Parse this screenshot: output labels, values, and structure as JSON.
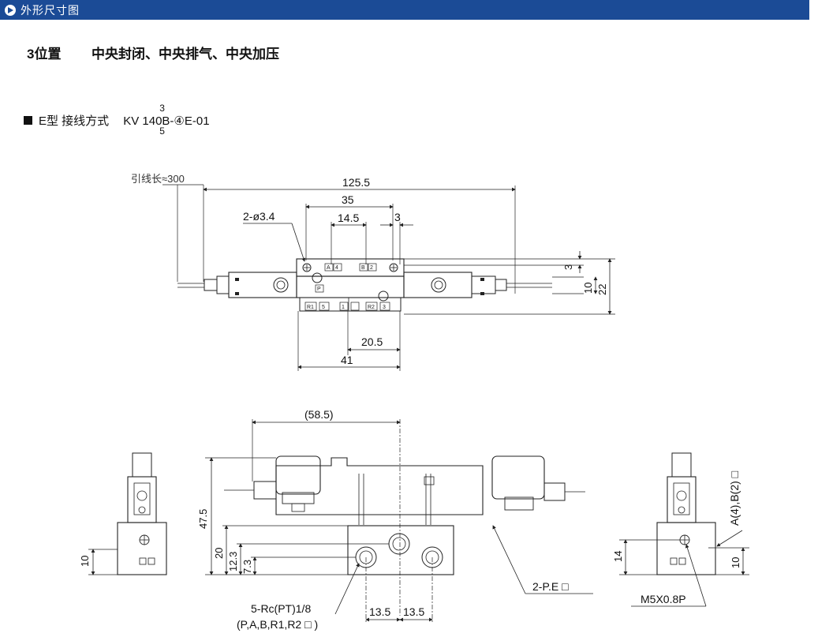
{
  "header": {
    "title": "外形尺寸图"
  },
  "section": {
    "position_label": "3位置",
    "variants": "中央封闭、中央排气、中央加压"
  },
  "wiring": {
    "type_label": "E型 接线方式",
    "model_left": "KV 1",
    "model_mid": "4",
    "model_right": "0B-④E-01",
    "model_sup": "3",
    "model_sub": "5"
  },
  "top_view": {
    "lead_length": "引线长≈300",
    "dims": {
      "overall": "125.5",
      "d35": "35",
      "d14_5": "14.5",
      "d3_top": "3",
      "holes": "2-ø3.4",
      "d3_side": "3",
      "d10": "10",
      "d22": "22",
      "d20_5": "20.5",
      "d41": "41"
    },
    "port_labels": [
      "A",
      "4",
      "B",
      "2",
      "P",
      "R1",
      "5",
      "1",
      "R2",
      "3"
    ]
  },
  "front_view": {
    "dims": {
      "d58_5": "(58.5)",
      "d47_5": "47.5",
      "d20": "20",
      "d12_3": "12.3",
      "d7_3": "7.3",
      "d13_5_a": "13.5",
      "d13_5_b": "13.5"
    },
    "callout_ports": "5-Rc(PT)1/8",
    "callout_ports_list": "(P,A,B,R1,R2 □ )",
    "callout_pe": "2-P.E □"
  },
  "left_view": {
    "dims": {
      "d10": "10"
    }
  },
  "right_view": {
    "dims": {
      "d14": "14",
      "d10": "10"
    },
    "callout_ab": "A(4),B(2) □",
    "callout_m5": "M5X0.8P"
  }
}
